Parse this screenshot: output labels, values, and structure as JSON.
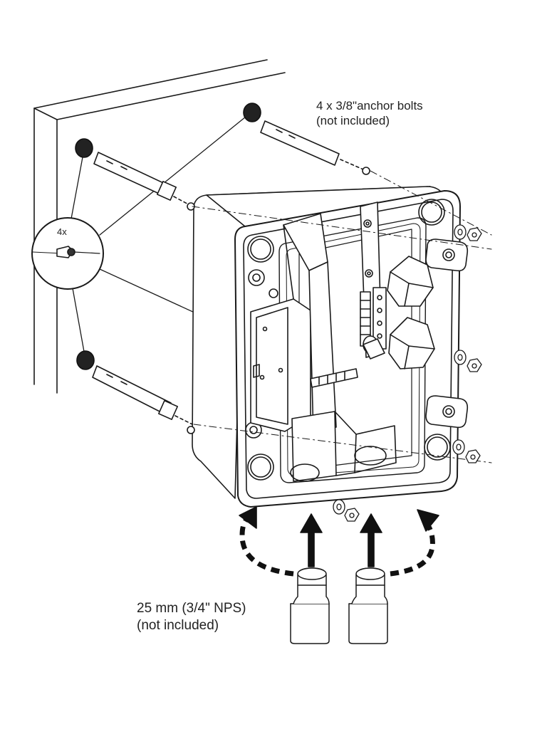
{
  "callouts": {
    "anchor_bolts": {
      "line1": "4 x 3/8\"anchor bolts",
      "line2": "(not included)"
    },
    "conduit": {
      "line1": "25 mm (3/4\" NPS)",
      "line2": "(not included)"
    },
    "drill_quantity": "4x"
  },
  "colors": {
    "stroke": "#1a1a1a",
    "fill": "#ffffff",
    "dark": "#222222"
  }
}
